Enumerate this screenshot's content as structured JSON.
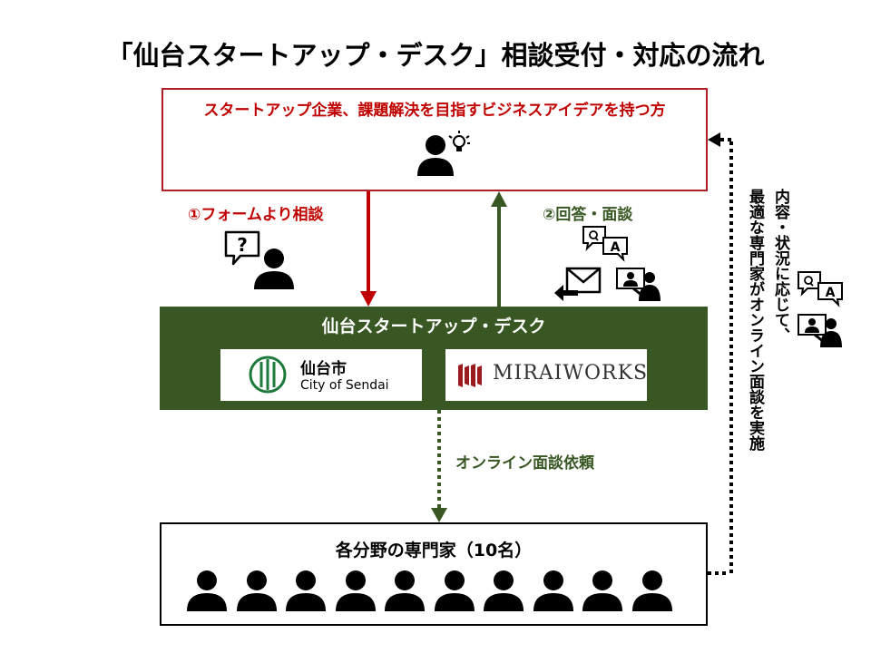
{
  "title": "「仙台スタートアップ・デスク」相談受付・対応の流れ",
  "top_box": {
    "label": "スタートアップ企業、課題解決を目指すビジネスアイデアを持つ方"
  },
  "step1": {
    "label": "①フォームより相談"
  },
  "step2": {
    "label": "②回答・面談"
  },
  "desk": {
    "label": "仙台スタートアップ・デスク",
    "logo_sendai": {
      "line1": "仙台市",
      "line2": "City of Sendai"
    },
    "logo_miraiworks": {
      "text": "MIRAIWORKS"
    }
  },
  "online_request": {
    "label": "オンライン面談依頼"
  },
  "side_note": {
    "line1": "内容・状況に応じて、",
    "line2": "最適な専門家がオンライン面談を実施"
  },
  "experts": {
    "label": "各分野の専門家（10名）",
    "count": 10
  },
  "colors": {
    "red": "#c00000",
    "green": "#385723",
    "dark_green_box": "#385723"
  }
}
